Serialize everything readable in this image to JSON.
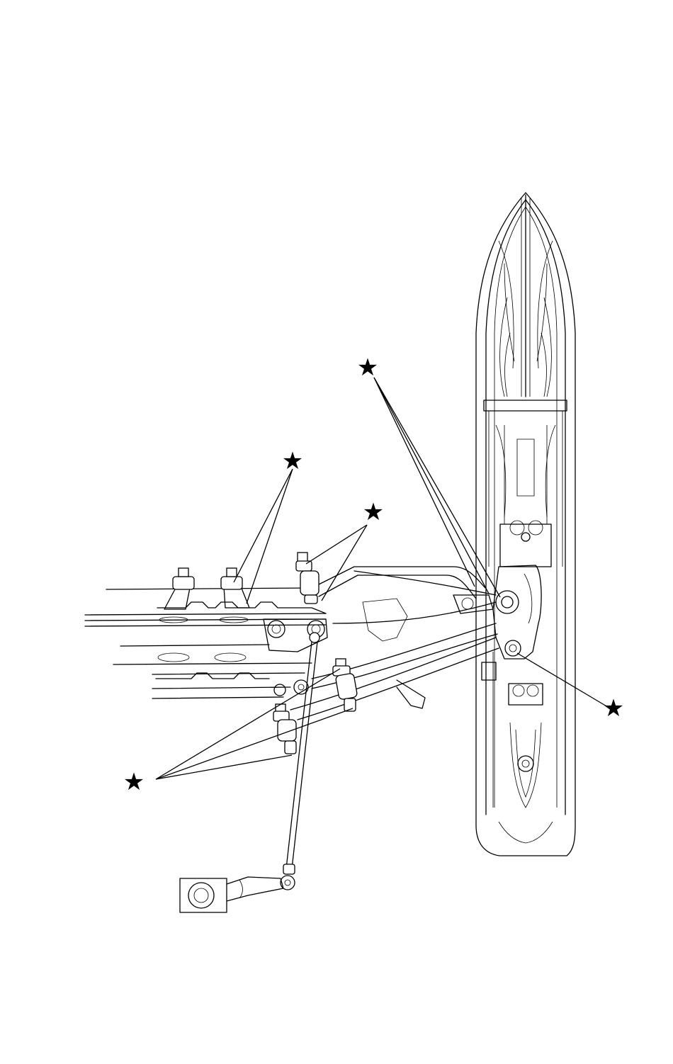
{
  "figure": {
    "description_visible_text": "",
    "marker_symbol": "★",
    "marker_count": 5,
    "line_color": "#000000",
    "background": "#ffffff"
  },
  "markers": [
    {
      "id": "ski-pivot-bolts",
      "symbol": "★"
    },
    {
      "id": "shock-upper-mounts",
      "symbol": "★"
    },
    {
      "id": "shock-mount-bolts",
      "symbol": "★"
    },
    {
      "id": "spindle-lower-bolt",
      "symbol": "★"
    },
    {
      "id": "lower-arm-bolts",
      "symbol": "★"
    }
  ]
}
